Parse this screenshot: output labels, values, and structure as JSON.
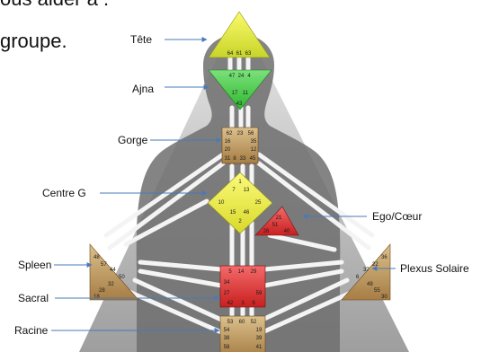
{
  "caption": {
    "line1": "ous aider à :",
    "line2": "groupe."
  },
  "labels": {
    "tete": "Tête",
    "ajna": "Ajna",
    "gorge": "Gorge",
    "centre_g": "Centre G",
    "ego": "Ego/Cœur",
    "spleen": "Spleen",
    "plexus": "Plexus Solaire",
    "sacral": "Sacral",
    "racine": "Racine"
  },
  "gates": {
    "tete": [
      "64",
      "61",
      "63"
    ],
    "ajna": [
      "47",
      "24",
      "4",
      "17",
      "11",
      "43"
    ],
    "gorge": [
      "62",
      "23",
      "56",
      "16",
      "35",
      "20",
      "12",
      "31",
      "8",
      "33",
      "45"
    ],
    "g": [
      "1",
      "7",
      "13",
      "10",
      "25",
      "15",
      "46",
      "2"
    ],
    "ego": [
      "21",
      "51",
      "26",
      "40"
    ],
    "spleen": [
      "48",
      "57",
      "44",
      "50",
      "32",
      "28",
      "18"
    ],
    "plexus": [
      "36",
      "22",
      "37",
      "6",
      "49",
      "55",
      "30"
    ],
    "sacral": [
      "5",
      "14",
      "29",
      "34",
      "27",
      "59",
      "42",
      "3",
      "9"
    ],
    "racine": [
      "53",
      "60",
      "52",
      "54",
      "19",
      "38",
      "39",
      "58",
      "41"
    ]
  },
  "colors": {
    "head": "#f2f23a",
    "ajna": "#3fcf3f",
    "motor": "#e23a3a",
    "awareness": "#c9a46a",
    "g": "#f2f23a",
    "arrow": "#4a7ab8"
  }
}
